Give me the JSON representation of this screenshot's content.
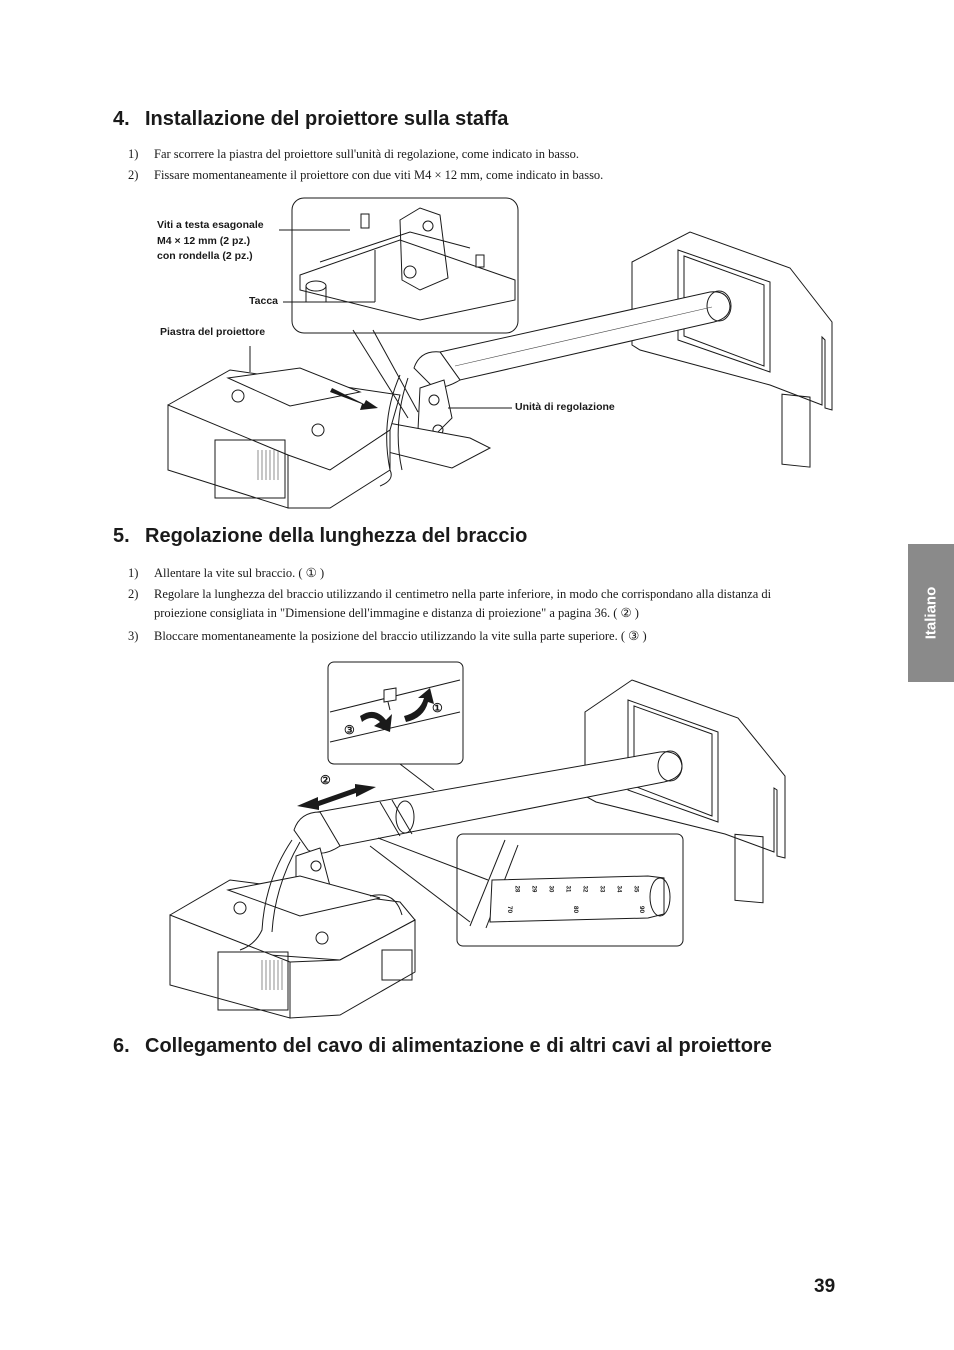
{
  "sections": [
    {
      "num": "4.",
      "title": "Installazione del proiettore sulla staffa",
      "steps": [
        {
          "n": "1)",
          "text": "Far scorrere la piastra del proiettore sull'unità di regolazione, come indicato in basso."
        },
        {
          "n": "2)",
          "text": "Fissare momentaneamente il proiettore con due viti M4 × 12 mm, come indicato in basso."
        }
      ]
    },
    {
      "num": "5.",
      "title": "Regolazione della lunghezza del braccio",
      "steps": [
        {
          "n": "1)",
          "text": "Allentare la vite sul braccio. ( ① )"
        },
        {
          "n": "2)",
          "text": "Regolare la lunghezza del braccio utilizzando il centimetro nella parte inferiore, in modo che corrispondano alla distanza di proiezione consigliata in \"Dimensione dell'immagine e distanza di proiezione\" a pagina  36. ( ② )"
        },
        {
          "n": "3)",
          "text": "Bloccare momentaneamente la posizione del braccio utilizzando la vite sulla parte superiore. ( ③ )"
        }
      ]
    },
    {
      "num": "6.",
      "title": "Collegamento del cavo di alimentazione e di altri cavi al proiettore"
    }
  ],
  "figure1": {
    "screws_label": "Viti a testa esagonale\nM4 × 12 mm (2 pz.)\ncon rondella (2 pz.)",
    "notch_label": "Tacca",
    "plate_label": "Piastra del proiettore",
    "unit_label": "Unità di regolazione"
  },
  "figure2": {
    "marker1": "①",
    "marker2": "②",
    "marker3": "③",
    "scale_top": [
      "28",
      "29",
      "30",
      "31",
      "32",
      "33",
      "34",
      "35"
    ],
    "scale_bottom": [
      "70",
      "80",
      "90"
    ]
  },
  "side_tab": "Italiano",
  "page_number": "39"
}
